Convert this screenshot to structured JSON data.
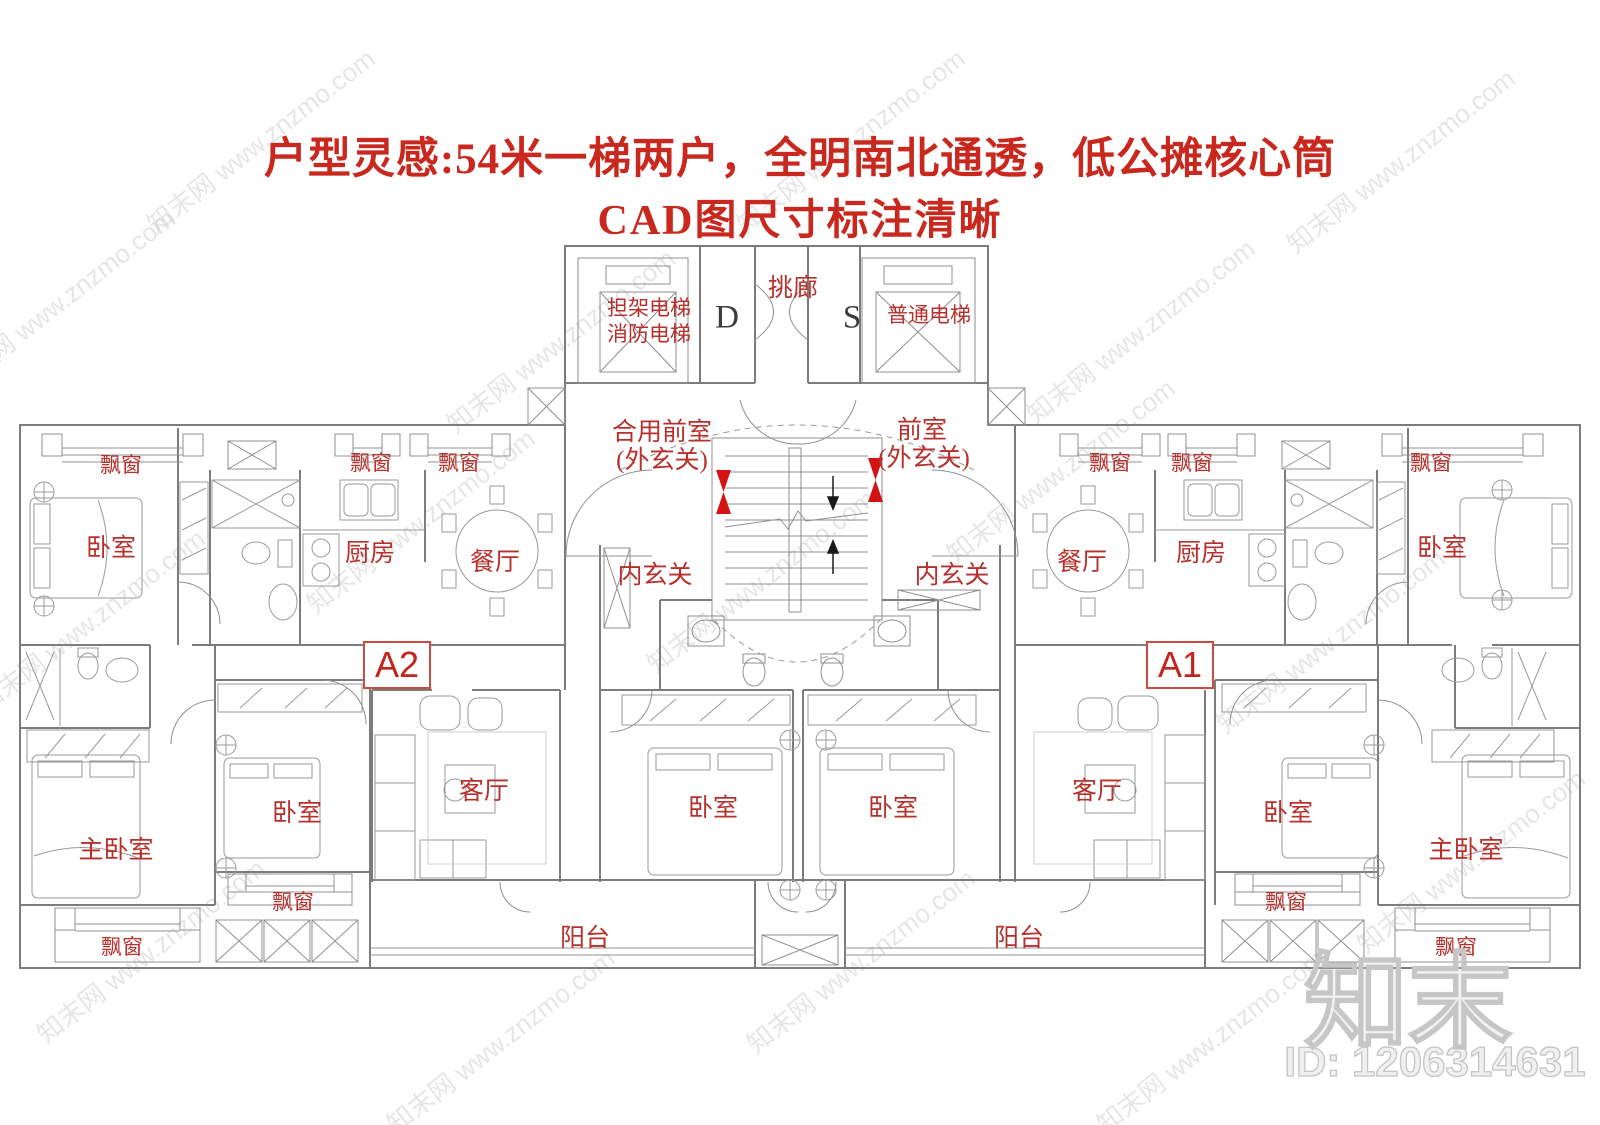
{
  "title": {
    "line1": "户型灵感:54米一梯两户，全明南北通透，低公摊核心筒",
    "line2": "CAD图尺寸标注清晰"
  },
  "core": {
    "stretcher_elevator": "担架电梯",
    "fire_elevator": "消防电梯",
    "shaft_d": "D",
    "cantilever_corridor": "挑廊",
    "shaft_s": "S",
    "passenger_elevator": "普通电梯",
    "shared_front_room": "合用前室",
    "outer_foyer": "(外玄关)",
    "front_room": "前室",
    "inner_foyer": "内玄关"
  },
  "rooms": {
    "bay_window": "飘窗",
    "bedroom": "卧室",
    "master_bedroom": "主卧室",
    "kitchen": "厨房",
    "dining_room": "餐厅",
    "living_room": "客厅",
    "balcony": "阳台"
  },
  "units": {
    "a1": "A1",
    "a2": "A2"
  },
  "watermark": {
    "brand": "知末",
    "site": "知末网 www.znzmo.com",
    "id_text": "ID: 1206314631"
  },
  "colors": {
    "title_red": "#c9281e",
    "label_red": "#b6312c",
    "line_gray": "#7c7c7c"
  }
}
